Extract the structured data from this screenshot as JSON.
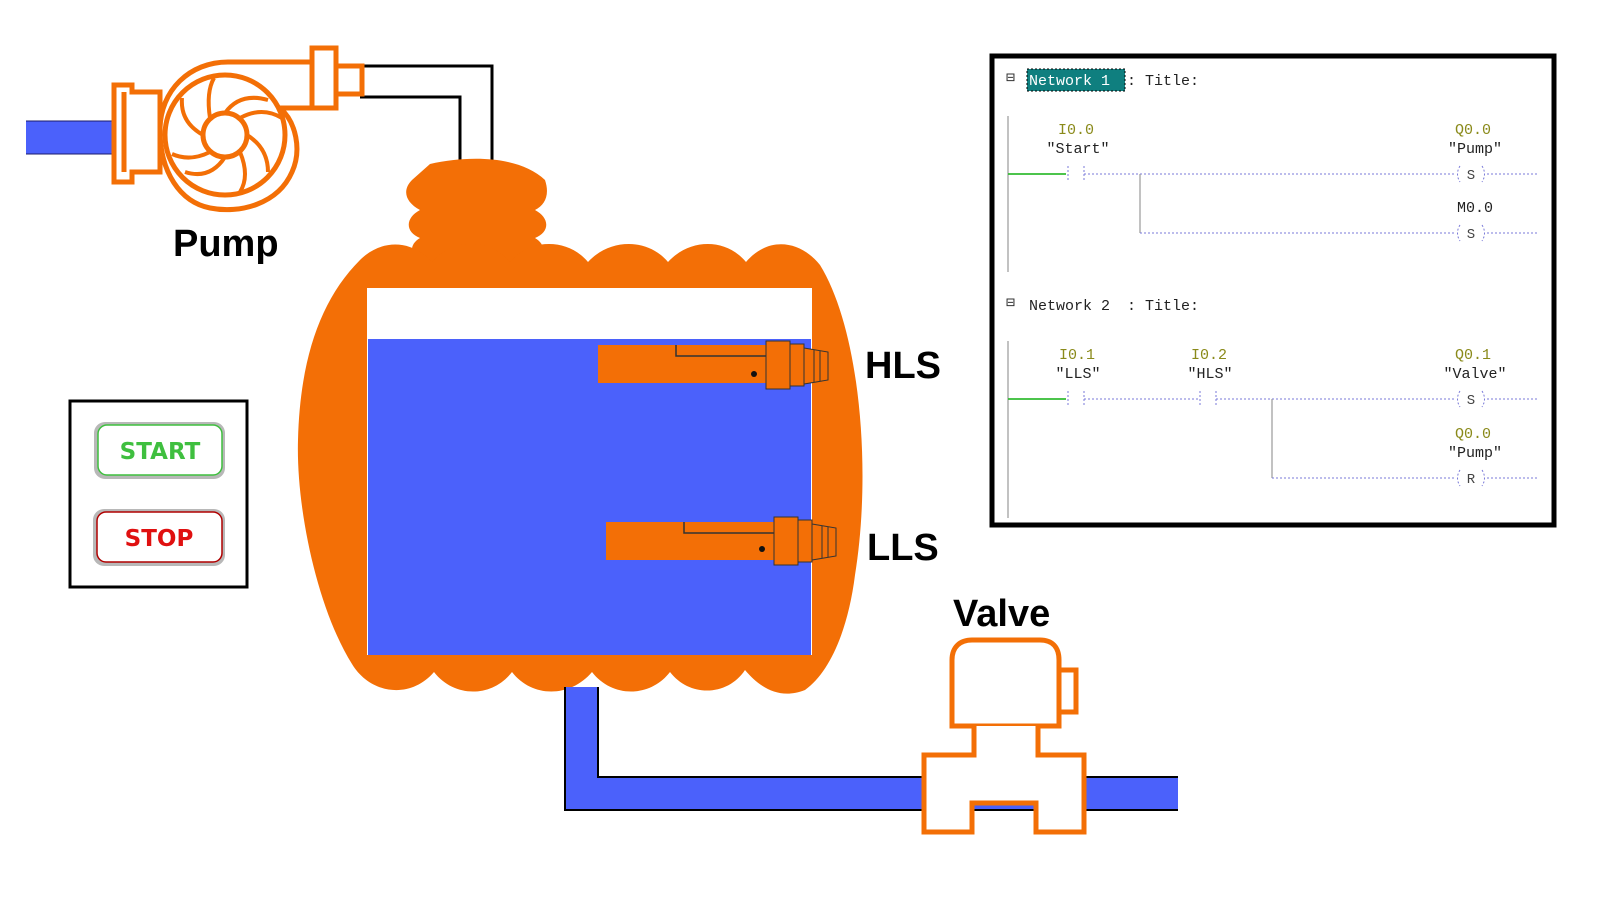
{
  "labels": {
    "pump": "Pump",
    "hls": "HLS",
    "lls": "LLS",
    "valve": "Valve"
  },
  "control_panel": {
    "start_label": "START",
    "stop_label": "STOP"
  },
  "colors": {
    "tank_orange": "#f36f06",
    "water_blue": "#4b61fb",
    "start_green": "#3fbf3f",
    "stop_red": "#e01010",
    "selection_teal": "#0f7f7f",
    "contact_address": "#8a8a1a",
    "power_flow_green": "#33bb33"
  },
  "icons": {
    "pump": "centrifugal-pump-icon",
    "valve": "solenoid-valve-icon",
    "sensor": "level-sensor-icon",
    "collapse": "collapse-box-icon"
  },
  "ladder": {
    "network1": {
      "collapse_symbol": "⊟",
      "label": "Network 1",
      "title": ": Title:",
      "contact": {
        "address": "I0.0",
        "symbol": "\"Start\""
      },
      "coil1": {
        "address": "Q0.0",
        "symbol": "\"Pump\"",
        "type": "S"
      },
      "coil2": {
        "address": "M0.0",
        "symbol": "",
        "type": "S"
      }
    },
    "network2": {
      "collapse_symbol": "⊟",
      "label": "Network 2",
      "title": ": Title:",
      "contact1": {
        "address": "I0.1",
        "symbol": "\"LLS\""
      },
      "contact2": {
        "address": "I0.2",
        "symbol": "\"HLS\""
      },
      "coil1": {
        "address": "Q0.1",
        "symbol": "\"Valve\"",
        "type": "S"
      },
      "coil2": {
        "address": "Q0.0",
        "symbol": "\"Pump\"",
        "type": "R"
      }
    }
  }
}
